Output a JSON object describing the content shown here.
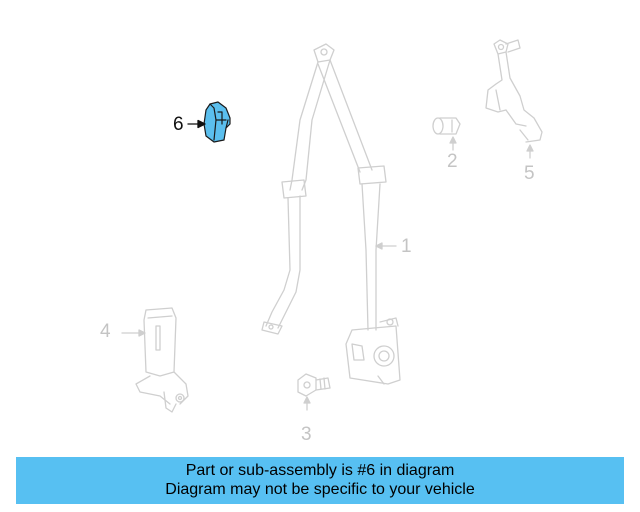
{
  "callouts": {
    "c1": "1",
    "c2": "2",
    "c3": "3",
    "c4": "4",
    "c5": "5",
    "c6": "6"
  },
  "highlighted_part": "6",
  "colors": {
    "highlight_fill": "#5bbfee",
    "part_line": "#cfcfcf",
    "banner_bg": "#57c0f2"
  },
  "banner": {
    "line1": "Part or sub-assembly is #6 in diagram",
    "line2": "Diagram may not be specific to your vehicle"
  }
}
